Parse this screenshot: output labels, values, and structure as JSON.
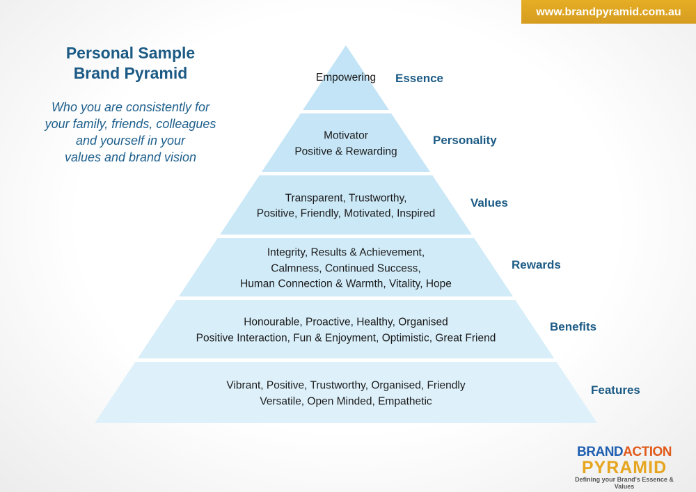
{
  "url_banner": "www.brandpyramid.com.au",
  "title_lines": [
    "Personal Sample",
    "Brand Pyramid"
  ],
  "subtitle_lines": [
    "Who you are consistently for",
    "your family, friends, colleagues",
    "and yourself in your",
    "values and brand vision"
  ],
  "tiers": [
    {
      "label": "Essence",
      "lines": [
        "Empowering"
      ]
    },
    {
      "label": "Personality",
      "lines": [
        "Motivator",
        "Positive & Rewarding"
      ]
    },
    {
      "label": "Values",
      "lines": [
        "Transparent, Trustworthy,",
        "Positive, Friendly, Motivated, Inspired"
      ]
    },
    {
      "label": "Rewards",
      "lines": [
        "Integrity, Results & Achievement,",
        "Calmness, Continued Success,",
        "Human Connection & Warmth, Vitality, Hope"
      ]
    },
    {
      "label": "Benefits",
      "lines": [
        "Honourable, Proactive, Healthy, Organised",
        "Positive Interaction, Fun & Enjoyment, Optimistic, Great Friend"
      ]
    },
    {
      "label": "Features",
      "lines": [
        "Vibrant, Positive, Trustworthy, Organised, Friendly",
        "Versatile, Open Minded, Empathetic"
      ]
    }
  ],
  "logo": {
    "brand": "BRAND",
    "action": "ACTION",
    "pyramid": "PYRAMID",
    "tagline": "Defining your Brand's Essence & Values"
  },
  "colors": {
    "tier_top": "#bfe3f6",
    "tier_bottom": "#e4f3fb",
    "label": "#1b5a84",
    "banner": "#e0a822"
  }
}
